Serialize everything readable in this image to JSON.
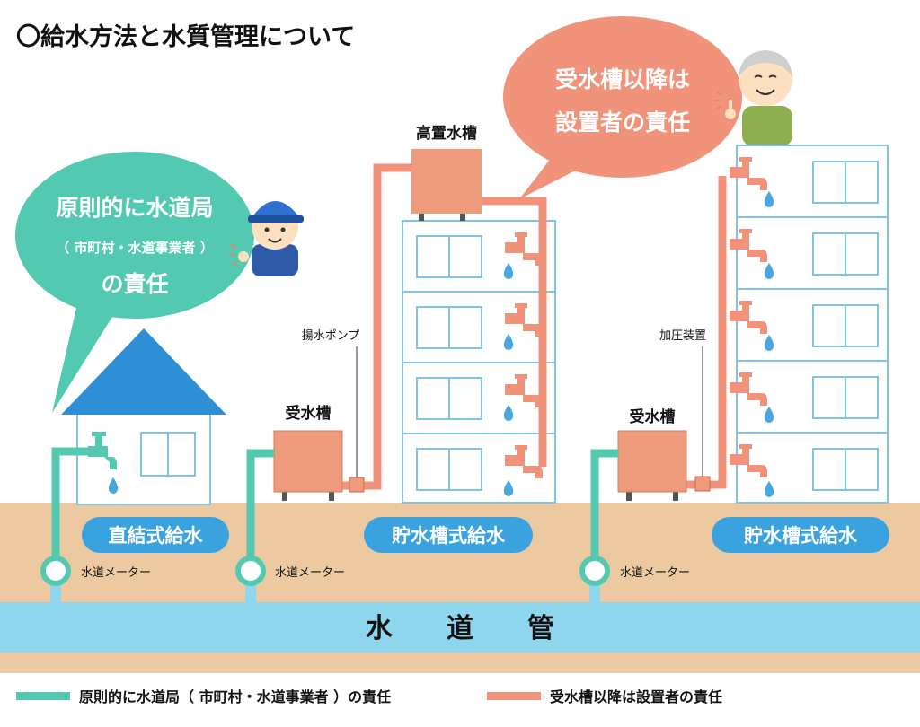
{
  "title": "〇給水方法と水質管理について",
  "bubble_city": {
    "line1": "原則的に水道局",
    "line2": "（ 市町村・水道事業者 ）",
    "line3": "の責任"
  },
  "bubble_owner": {
    "line1": "受水槽以降は",
    "line2": "設置者の責任"
  },
  "labels": {
    "elevated_tank": "高置水槽",
    "pump": "揚水ポンプ",
    "booster": "加圧装置",
    "receiving_tank_1": "受水槽",
    "receiving_tank_2": "受水槽",
    "meter_1": "水道メーター",
    "meter_2": "水道メーター",
    "meter_3": "水道メーター"
  },
  "methods": {
    "direct": "直結式給水",
    "tank_1": "貯水槽式給水",
    "tank_2": "貯水槽式給水"
  },
  "water_main": "水　　道　　管",
  "legend": {
    "green": "原則的に水道局（ 市町村・水道事業者 ）の責任",
    "salmon": "受水槽以降は設置者の責任"
  },
  "colors": {
    "city_green": "#52c9b0",
    "owner_salmon": "#f0937a",
    "tank_fill": "#ee9a7c",
    "ground": "#ecc9a0",
    "water_main": "#8ed6ee",
    "pill_blue": "#3aa3df",
    "roof_blue": "#2f8fd6",
    "building_outline": "#7fc3e6",
    "drop_blue": "#4aa7e0"
  }
}
